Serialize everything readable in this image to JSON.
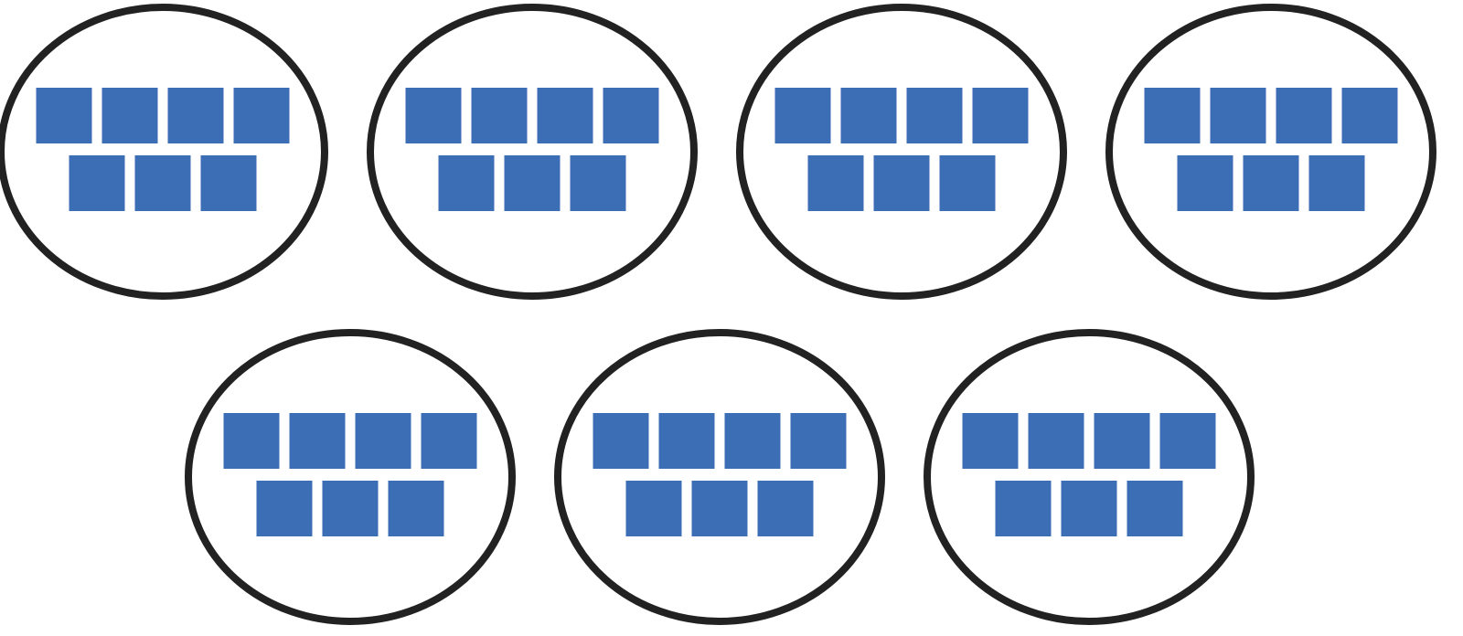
{
  "diagram": {
    "group_count": 7,
    "items_per_group": 7,
    "rows_per_group": [
      4,
      3
    ],
    "group_outline": "ellipse",
    "colors": {
      "background": "#ffffff",
      "outline": "#222222",
      "square": "#3b6eb4"
    }
  }
}
